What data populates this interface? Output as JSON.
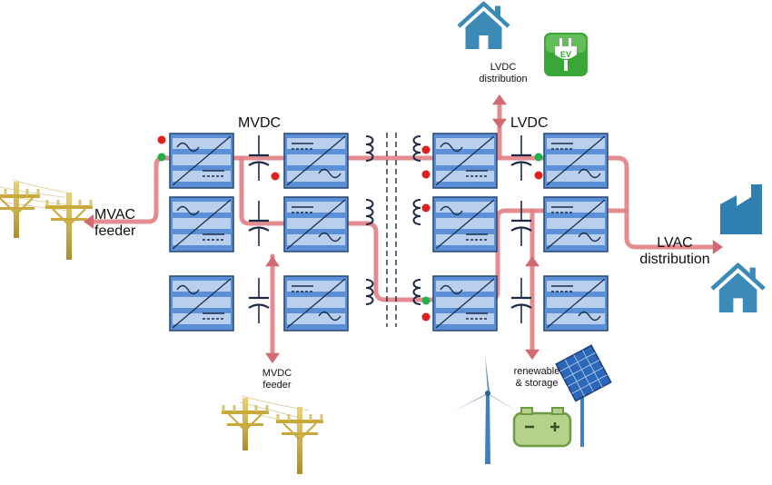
{
  "labels": {
    "mvdc": "MVDC",
    "lvdc": "LVDC",
    "mvac_feeder": [
      "MVAC",
      "feeder"
    ],
    "lvac_distribution": [
      "LVAC",
      "distribution"
    ],
    "lvdc_distribution": [
      "LVDC",
      "distribution"
    ],
    "mvdc_feeder": [
      "MVDC",
      "feeder"
    ],
    "renewable_storage": [
      "renewable",
      "& storage"
    ],
    "ev_badge": "EV"
  },
  "colors": {
    "converter_blue": "#5b8fd6",
    "converter_light": "#c9dbf2",
    "flow_red": "#e07f85",
    "flow_red_dark": "#d26a72",
    "house_blue": "#3b8bb6",
    "factory_blue": "#2f7fb0",
    "dot_red": "#e0201c",
    "dot_green": "#22b04b",
    "ev_green": "#3aa637",
    "battery_green": "#b5d28a",
    "pole_gold": "#c9a93a"
  },
  "icons": [
    "house-icon",
    "factory-icon",
    "ev-charger-icon",
    "wind-turbine-icon",
    "solar-panel-icon",
    "battery-icon",
    "power-pole-icon"
  ]
}
